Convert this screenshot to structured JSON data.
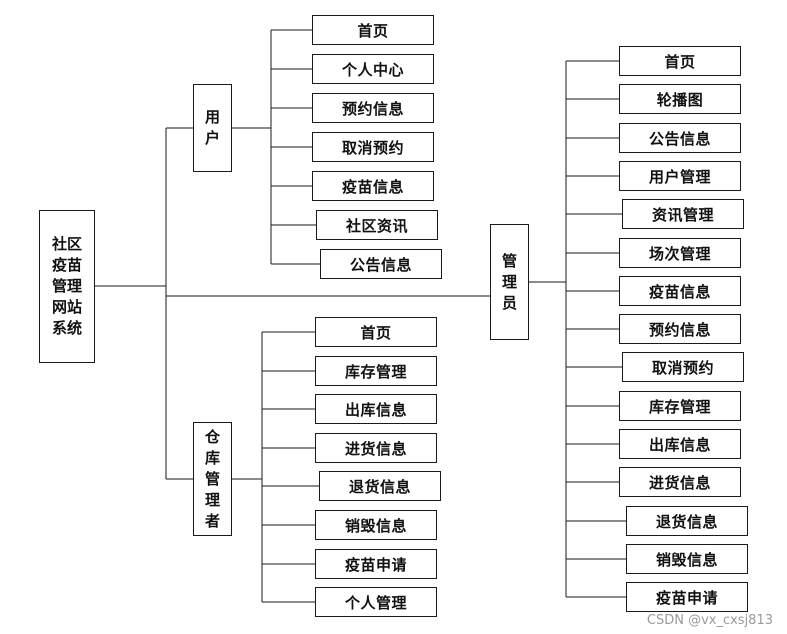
{
  "root": {
    "lines": [
      "社区",
      "疫苗",
      "管理",
      "网站",
      "系统"
    ]
  },
  "user": {
    "lines": [
      "用",
      "户"
    ],
    "items": [
      "首页",
      "个人中心",
      "预约信息",
      "取消预约",
      "疫苗信息",
      "社区资讯",
      "公告信息"
    ]
  },
  "warehouse": {
    "lines": [
      "仓",
      "库",
      "管",
      "理",
      "者"
    ],
    "items": [
      "首页",
      "库存管理",
      "出库信息",
      "进货信息",
      "退货信息",
      "销毁信息",
      "疫苗申请",
      "个人管理"
    ]
  },
  "admin": {
    "lines": [
      "管",
      "理",
      "员"
    ],
    "items": [
      "首页",
      "轮播图",
      "公告信息",
      "用户管理",
      "资讯管理",
      "场次管理",
      "疫苗信息",
      "预约信息",
      "取消预约",
      "库存管理",
      "出库信息",
      "进货信息",
      "退货信息",
      "销毁信息",
      "疫苗申请"
    ]
  },
  "watermark": "CSDN @vx_cxsj813"
}
